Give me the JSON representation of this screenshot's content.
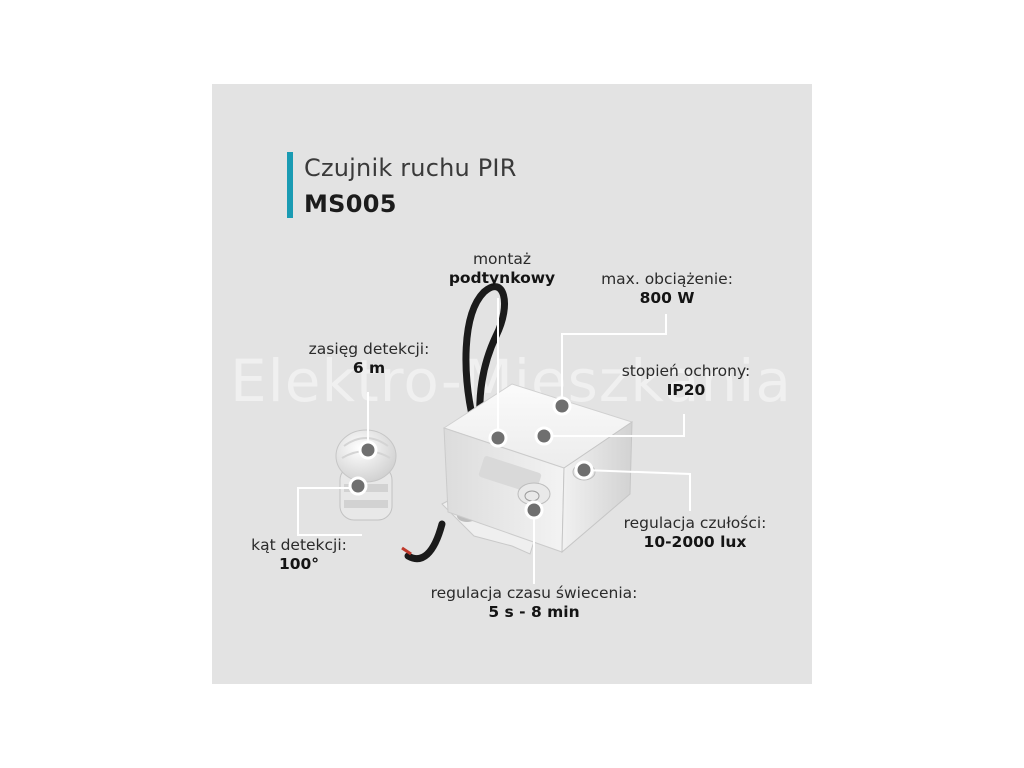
{
  "title": {
    "line1": "Czujnik ruchu PIR",
    "line2": "MS005"
  },
  "watermark": "Elektro-Mieszkania",
  "specs": {
    "mounting": {
      "label": "montaż",
      "value": "podtynkowy"
    },
    "max_load": {
      "label": "max. obciążenie:",
      "value": "800 W"
    },
    "range": {
      "label": "zasięg detekcji:",
      "value": "6 m"
    },
    "protection": {
      "label": "stopień ochrony:",
      "value": "IP20"
    },
    "sensitivity": {
      "label": "regulacja czułości:",
      "value": "10-2000 lux"
    },
    "angle": {
      "label": "kąt detekcji:",
      "value": "100°"
    },
    "time": {
      "label": "regulacja czasu świecenia:",
      "value": "5 s - 8 min"
    }
  },
  "colors": {
    "accent": "#1a9bb3",
    "background": "#e3e3e3",
    "marker": "#6f6f6f"
  }
}
